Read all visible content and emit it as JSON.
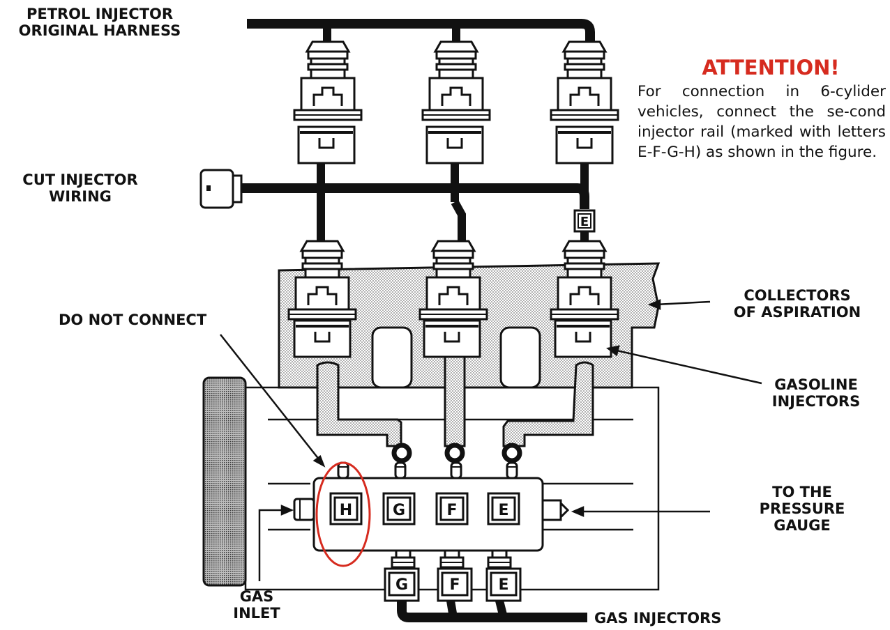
{
  "labels": {
    "petrol_harness": [
      "PETROL INJECTOR",
      "ORIGINAL HARNESS"
    ],
    "cut_wiring": [
      "CUT INJECTOR",
      "WIRING"
    ],
    "do_not_connect": "DO NOT CONNECT",
    "collectors": [
      "COLLECTORS",
      "OF ASPIRATION"
    ],
    "gasoline_injectors": [
      "GASOLINE",
      "INJECTORS"
    ],
    "pressure_gauge": [
      "TO THE",
      "PRESSURE",
      "GAUGE"
    ],
    "gas_inlet": [
      "GAS",
      "INLET"
    ],
    "gas_injectors": "GAS INJECTORS"
  },
  "attention": {
    "title": "ATTENTION!",
    "body": "For connection in 6-cylider vehicles, connect the se-cond injector rail (marked with letters E-F-G-H) as shown in the figure."
  },
  "wire_marker": "E",
  "rail_letters": [
    "H",
    "G",
    "F",
    "E"
  ],
  "gas_injector_letters": [
    "G",
    "F",
    "E"
  ],
  "colors": {
    "accent": "#d62b1f",
    "ink": "#111111",
    "stipple": "#9a9a9a"
  }
}
